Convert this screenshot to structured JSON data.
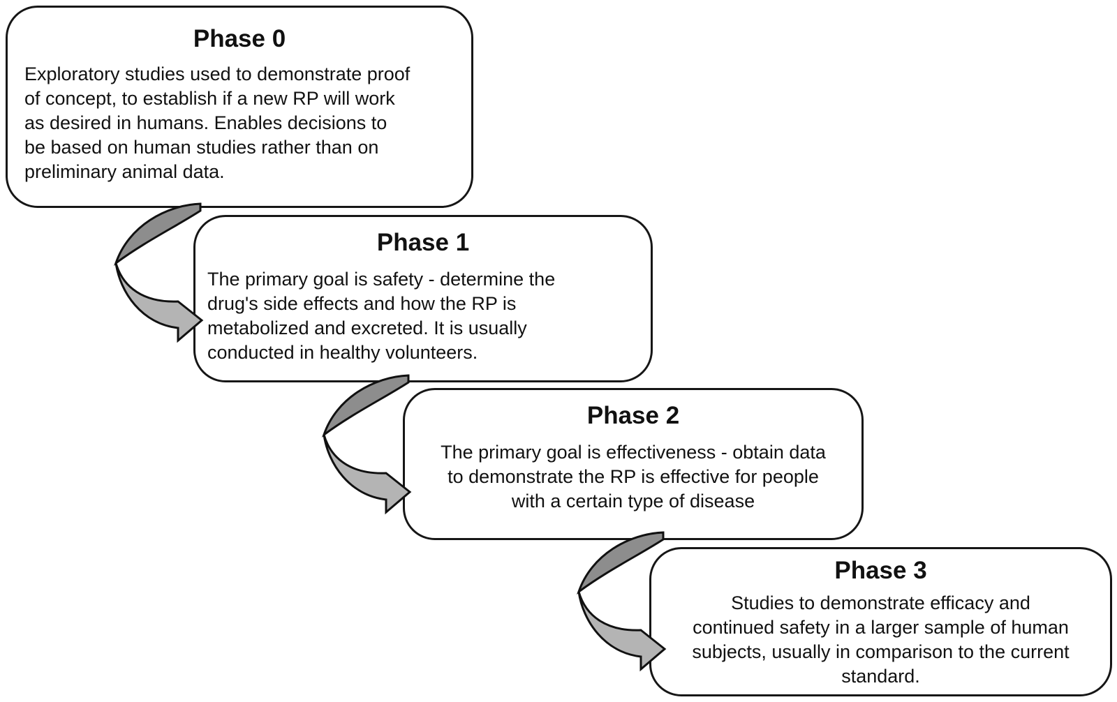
{
  "diagram": {
    "type": "stepped-flowchart",
    "phases": [
      {
        "title": "Phase 0",
        "description": "Exploratory studies used to demonstrate proof\nof concept, to establish if  a new RP will work\nas desired in humans. Enables decisions to\nbe based on human studies rather than on\npreliminary animal data."
      },
      {
        "title": "Phase 1",
        "description": "The primary goal is safety - determine the\ndrug's side effects and how the RP is\nmetabolized and excreted. It is usually\nconducted in healthy volunteers."
      },
      {
        "title": "Phase 2",
        "description": "The primary goal is effectiveness - obtain data\nto demonstrate the RP is effective for people\nwith a certain type of disease"
      },
      {
        "title": "Phase 3",
        "description": "Studies to demonstrate efficacy and\ncontinued safety in a larger sample of human\nsubjects, usually in comparison to the current\nstandard."
      }
    ],
    "arrows": [
      {
        "from": "Phase 0",
        "to": "Phase 1"
      },
      {
        "from": "Phase 1",
        "to": "Phase 2"
      },
      {
        "from": "Phase 2",
        "to": "Phase 3"
      }
    ],
    "colors": {
      "arrow_top_half": "#8d8d8d",
      "arrow_bottom_half": "#b4b4b4",
      "outline": "#111111",
      "box_background": "#ffffff",
      "text": "#111111"
    }
  }
}
